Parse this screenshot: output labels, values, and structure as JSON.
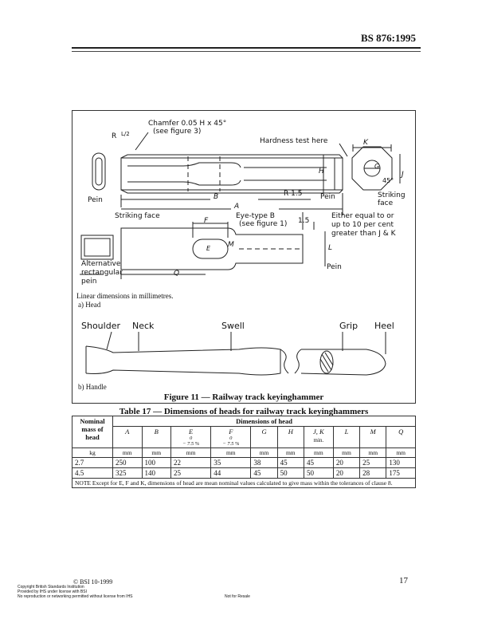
{
  "header": {
    "standard_code": "BS 876:1995"
  },
  "figure": {
    "labels": {
      "chamfer_line1": "Chamfer 0.05 H x 45°",
      "chamfer_line2": "(see figure 3)",
      "r_label": "R",
      "r_frac": "L/2",
      "hardness": "Hardness test here",
      "pein": "Pein",
      "b": "B",
      "a": "A",
      "r15": "R 1.5",
      "h": "H",
      "k": "K",
      "g": "G",
      "j": "J",
      "deg45": "45°",
      "striking_face_right": "Striking",
      "face_right": "face",
      "striking_face": "Striking face",
      "f": "F",
      "eye_type": "Eye-type B",
      "see_fig1": "(see figure 1)",
      "dim15": "1.5",
      "either_line1": "Either equal to or",
      "either_line2": "up to 10 per cent",
      "either_line3": "greater than J & K",
      "e": "E",
      "m": "M",
      "l": "L",
      "pein_lower": "Pein",
      "alt_line1": "Alternative",
      "alt_line2": "rectangular",
      "alt_line3": "pein",
      "q": "Q",
      "shoulder": "Shoulder",
      "neck": "Neck",
      "swell": "Swell",
      "grip": "Grip",
      "heel": "Heel"
    },
    "linear_note": "Linear dimensions in millimetres.",
    "caption_a": "a) Head",
    "caption_b": "b) Handle",
    "title": "Figure 11 — Railway track keyinghammer"
  },
  "table": {
    "title": "Table 17 — Dimensions of heads for railway track keyinghammers",
    "col0_header_line1": "Nominal",
    "col0_header_line2": "mass of",
    "col0_header_line3": "head",
    "group_header": "Dimensions of head",
    "columns": [
      "A",
      "B",
      "E",
      "F",
      "G",
      "H",
      "J, K",
      "L",
      "M",
      "Q"
    ],
    "tolerance_top": "0",
    "tolerance_bottom": "− 7.5 %",
    "min_label": "min.",
    "units": [
      "kg",
      "mm",
      "mm",
      "mm",
      "mm",
      "mm",
      "mm",
      "mm",
      "mm",
      "mm",
      "mm"
    ],
    "rows": [
      [
        "2.7",
        "250",
        "100",
        "22",
        "35",
        "38",
        "45",
        "45",
        "20",
        "25",
        "130"
      ],
      [
        "4.5",
        "325",
        "140",
        "25",
        "44",
        "45",
        "50",
        "50",
        "20",
        "28",
        "175"
      ]
    ],
    "note": "NOTE   Except for E, F and K, dimensions of head are mean nominal values calculated to give mass within the tolerances of clause 8."
  },
  "footer": {
    "copyright_mark": "© BSI 10-1999",
    "line1": "Copyright British Standards Institution",
    "line2": "Provided by IHS under license with BSI",
    "line3": "No reproduction or networking permitted without license from IHS",
    "resale": "Not for Resale",
    "page_number": "17"
  }
}
